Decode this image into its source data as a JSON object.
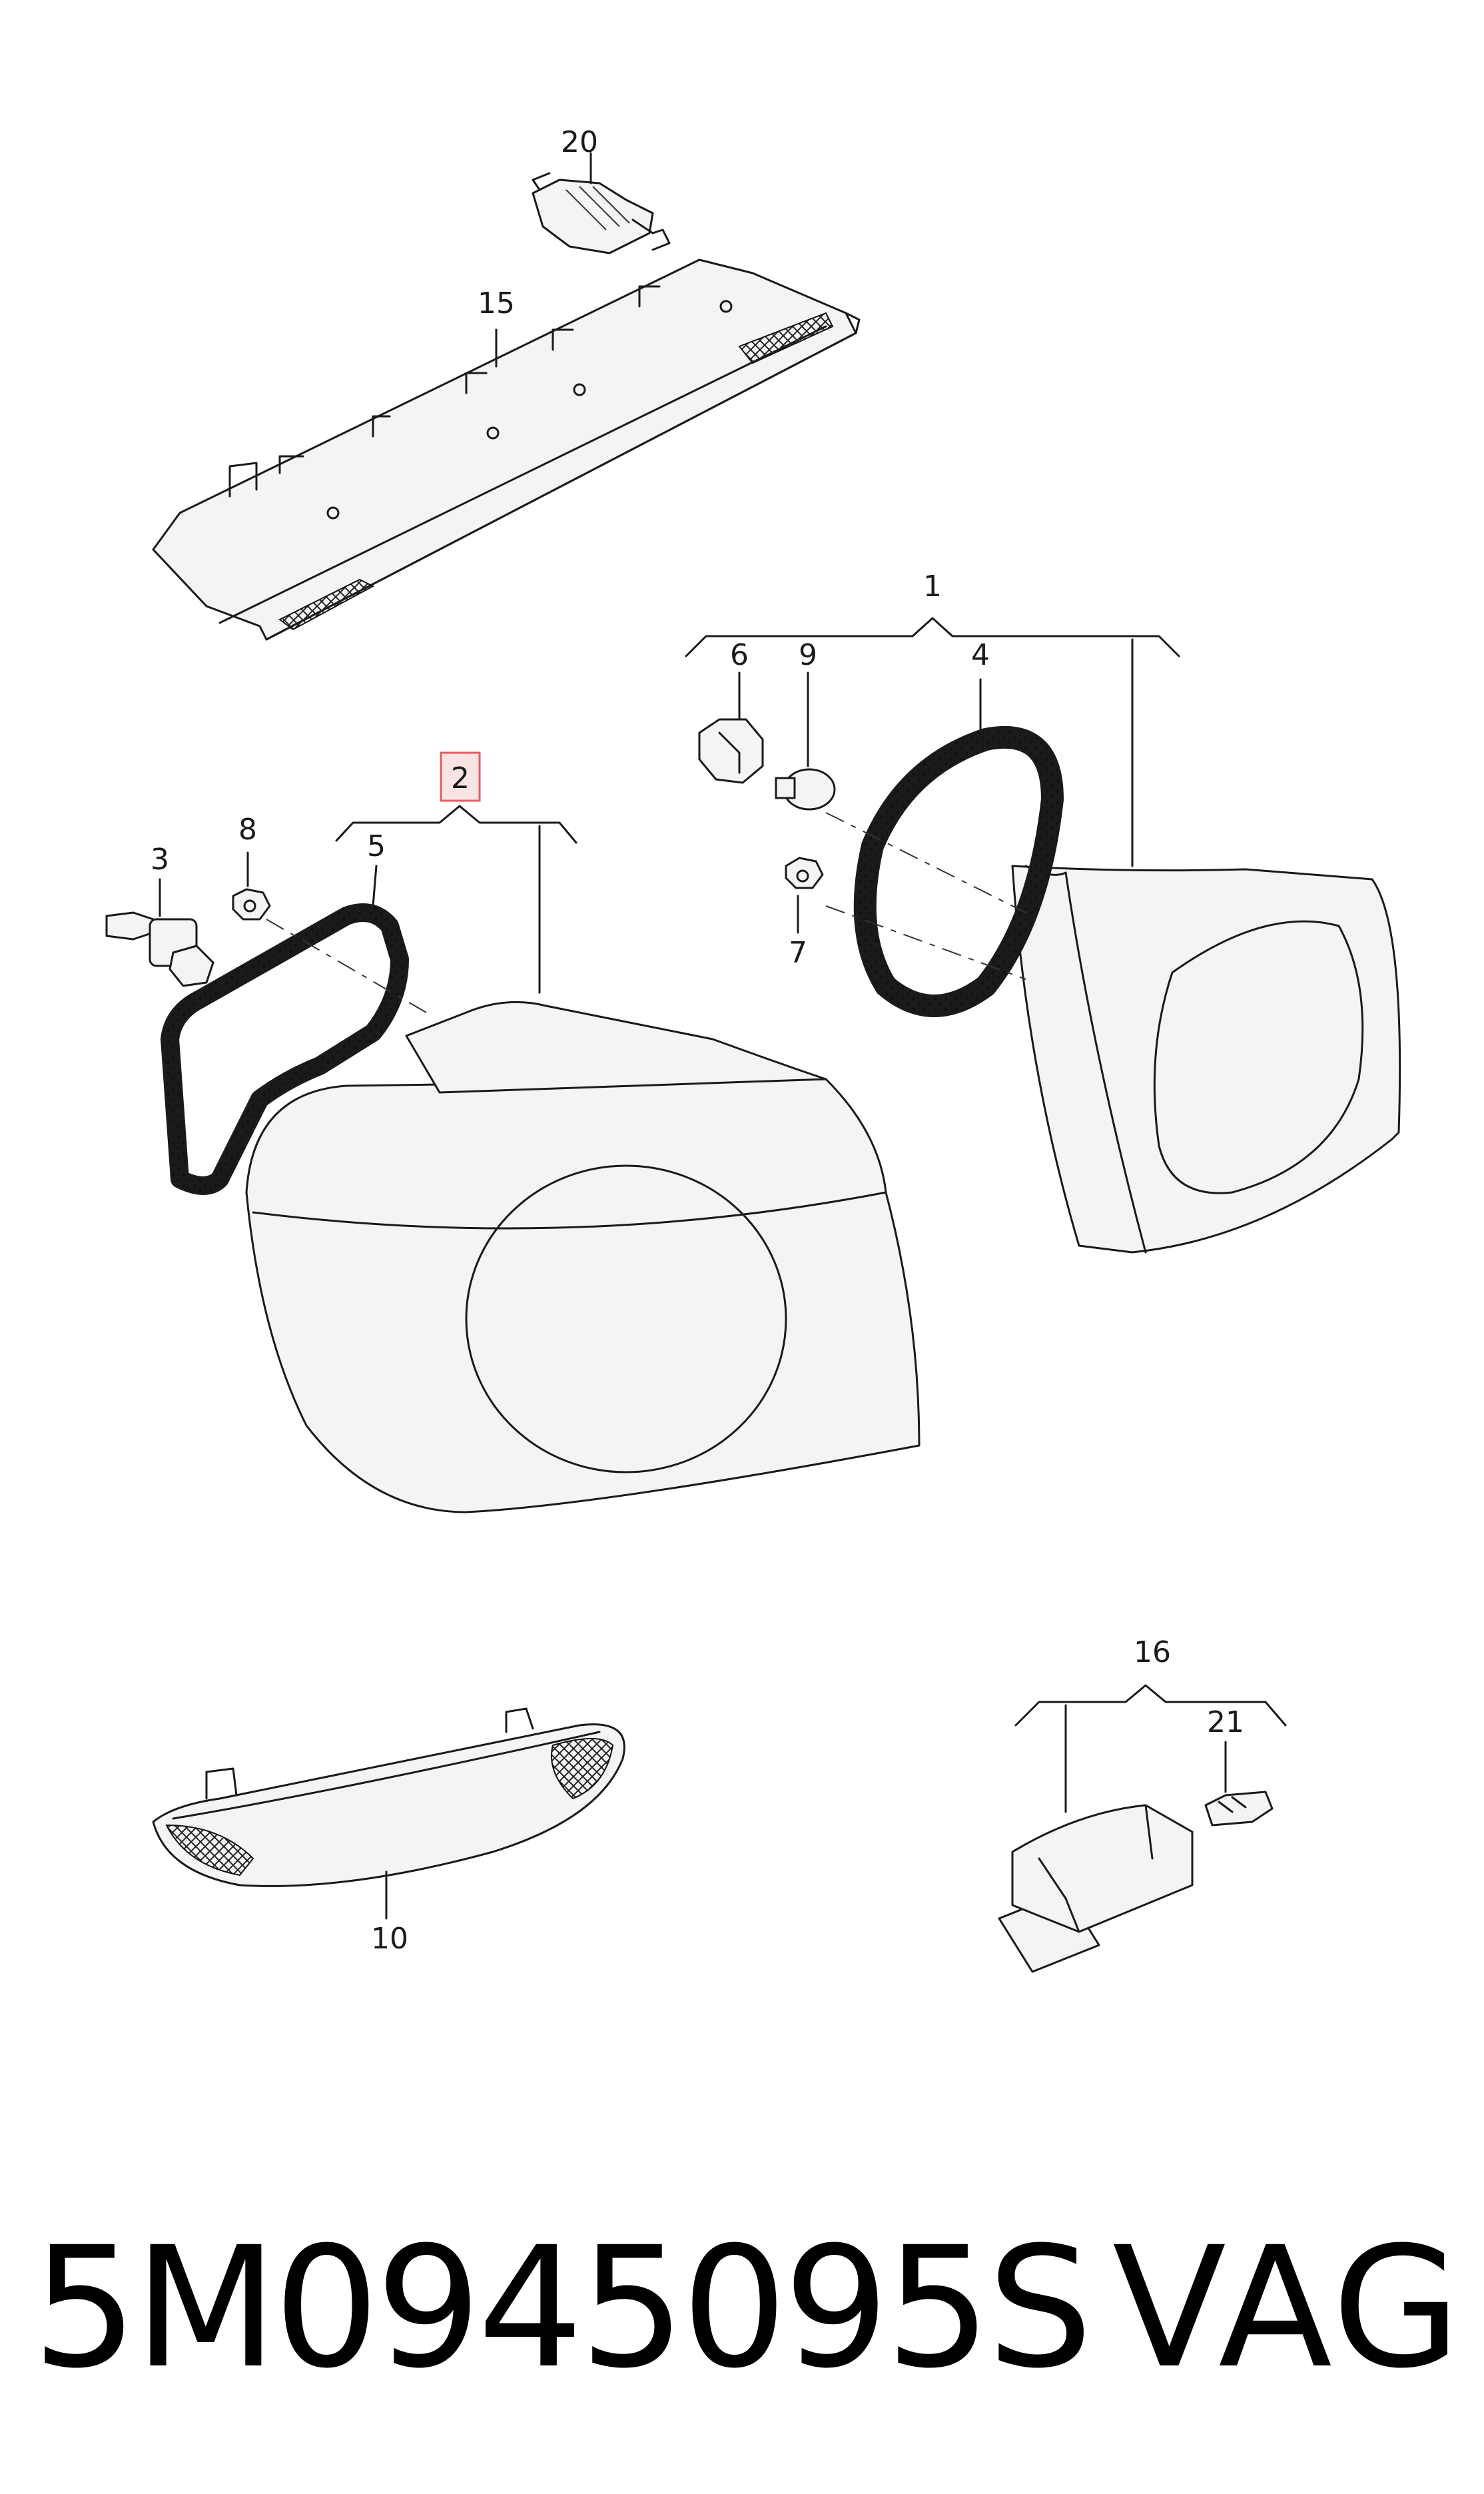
{
  "callouts": [
    {
      "id": "c1",
      "text": "1"
    },
    {
      "id": "c2",
      "text": "2",
      "highlighted": true,
      "highlight_color": "#e06060"
    },
    {
      "id": "c3",
      "text": "3"
    },
    {
      "id": "c4",
      "text": "4"
    },
    {
      "id": "c5",
      "text": "5"
    },
    {
      "id": "c6",
      "text": "6"
    },
    {
      "id": "c7",
      "text": "7"
    },
    {
      "id": "c8",
      "text": "8"
    },
    {
      "id": "c9",
      "text": "9"
    },
    {
      "id": "c10",
      "text": "10"
    },
    {
      "id": "c15",
      "text": "15"
    },
    {
      "id": "c16",
      "text": "16"
    },
    {
      "id": "c20",
      "text": "20"
    },
    {
      "id": "c21",
      "text": "21"
    }
  ],
  "footer": {
    "part_number": "5M0945095S",
    "brand": "VAG"
  },
  "colors": {
    "line": "#1a1a1a",
    "highlight_box": "#e06060",
    "background": "#ffffff"
  }
}
